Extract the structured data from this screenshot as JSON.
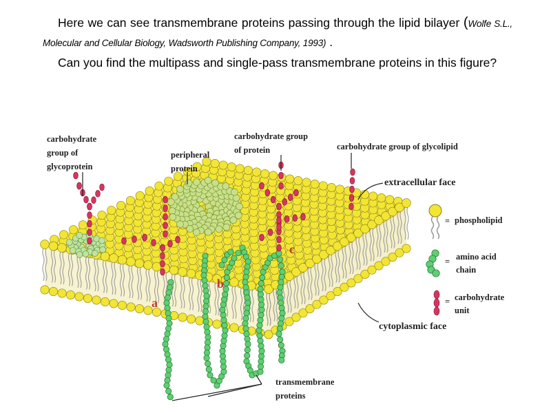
{
  "paragraph1": {
    "text": "Here we can see transmembrane proteins passing through the lipid bilayer",
    "citation_open": "(",
    "citation": "Wolfe S.L., Molecular and Cellular Biology, Wadsworth Publishing Company, 1993",
    "citation_close": ")",
    "tail": " ."
  },
  "paragraph2": {
    "text": "Can you find the multipass and single-pass transmembrane proteins in this figure?"
  },
  "figure": {
    "labels": {
      "carb_glycoprotein": [
        "carbohydrate",
        "group of",
        "glycoprotein"
      ],
      "peripheral_protein": [
        "peripheral",
        "protein"
      ],
      "carb_protein": [
        "carbohydrate group",
        "of protein"
      ],
      "carb_glycolipid": "carbohydrate group of glycolipid",
      "extracellular_face": "extracellular face",
      "cytoplasmic_face": "cytoplasmic face",
      "transmembrane_proteins": [
        "transmembrane",
        "proteins"
      ],
      "letter_a": "a",
      "letter_b": "b",
      "letter_c": "c"
    },
    "legend": {
      "phospholipid": "phospholipid",
      "amino_acid_chain": [
        "amino acid",
        "chain"
      ],
      "carbohydrate_unit": [
        "carbohydrate",
        "unit"
      ],
      "equals": "="
    },
    "colors": {
      "lipid_head": "#f2e534",
      "lipid_head_edge": "#8a7d10",
      "lipid_tail": "#9a9a9a",
      "amino_acid": "#5fcf72",
      "amino_acid_edge": "#1f6e2c",
      "carbohydrate": "#d8345f",
      "carbohydrate_edge": "#7a1230",
      "peripheral": "#c9e08a",
      "letters": "#c0392b"
    }
  }
}
